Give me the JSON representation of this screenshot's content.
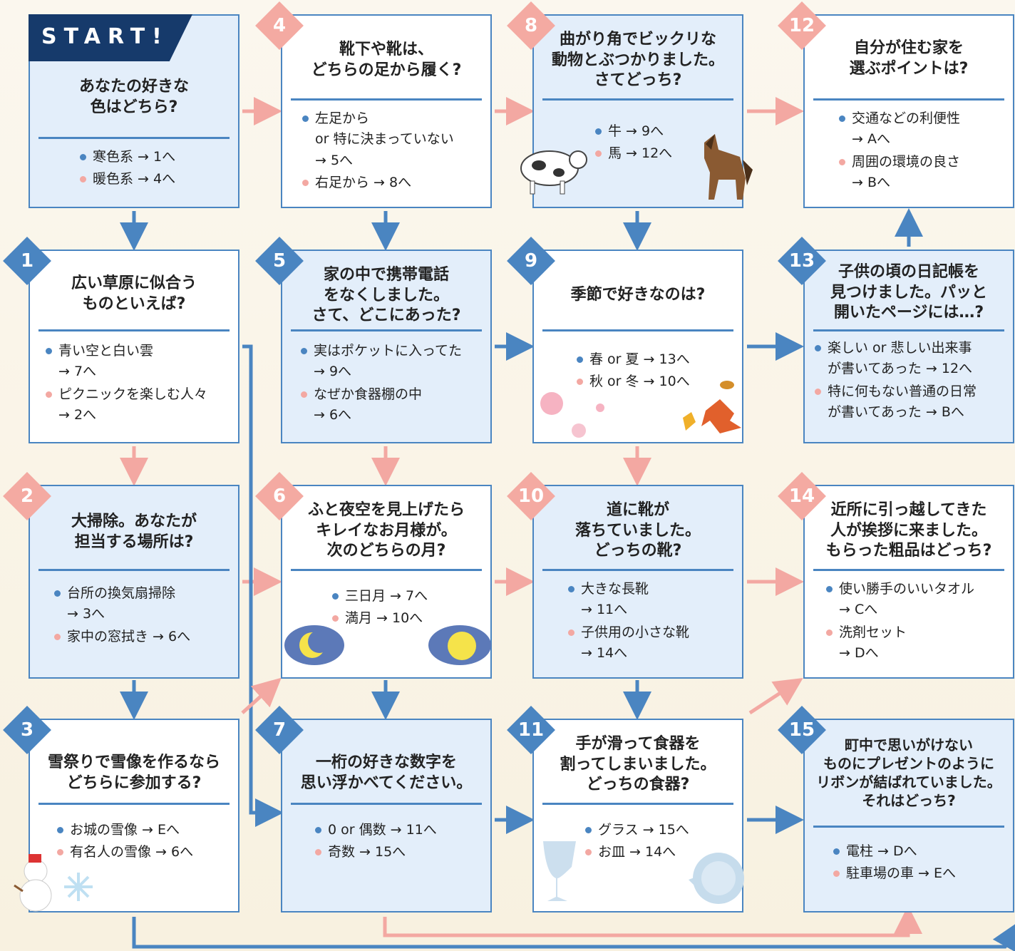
{
  "start_label": "START!",
  "colors": {
    "blue": "#4a85c1",
    "pink": "#f3a8a2",
    "card_blue": "#e3eefa",
    "banner": "#163a6b"
  },
  "nodes": [
    {
      "id": "start",
      "q": "あなたの好きな\n色はどちら?",
      "options": [
        {
          "text": "寒色系 → 1へ",
          "kind": "a"
        },
        {
          "text": "暖色系 → 4へ",
          "kind": "b"
        }
      ]
    },
    {
      "id": "n1",
      "num": "1",
      "q": "広い草原に似合う\nものといえば?",
      "options": [
        {
          "text": "青い空と白い雲\n→ 7へ",
          "kind": "a"
        },
        {
          "text": "ピクニックを楽しむ人々\n→ 2へ",
          "kind": "b"
        }
      ]
    },
    {
      "id": "n2",
      "num": "2",
      "q": "大掃除。あなたが\n担当する場所は?",
      "options": [
        {
          "text": "台所の換気扇掃除\n→ 3へ",
          "kind": "a"
        },
        {
          "text": "家中の窓拭き → 6へ",
          "kind": "b"
        }
      ]
    },
    {
      "id": "n3",
      "num": "3",
      "q": "雪祭りで雪像を作るなら\nどちらに参加する?",
      "options": [
        {
          "text": "お城の雪像 → Eへ",
          "kind": "a"
        },
        {
          "text": "有名人の雪像 → 6へ",
          "kind": "b"
        }
      ]
    },
    {
      "id": "n4",
      "num": "4",
      "q": "靴下や靴は、\nどちらの足から履く?",
      "options": [
        {
          "text": "左足から\nor 特に決まっていない\n→ 5へ",
          "kind": "a"
        },
        {
          "text": "右足から → 8へ",
          "kind": "b"
        }
      ]
    },
    {
      "id": "n5",
      "num": "5",
      "q": "家の中で携帯電話\nをなくしました。\nさて、どこにあった?",
      "options": [
        {
          "text": "実はポケットに入ってた\n→ 9へ",
          "kind": "a"
        },
        {
          "text": "なぜか食器棚の中\n→ 6へ",
          "kind": "b"
        }
      ]
    },
    {
      "id": "n6",
      "num": "6",
      "q": "ふと夜空を見上げたら\nキレイなお月様が。\n次のどちらの月?",
      "options": [
        {
          "text": "三日月 → 7へ",
          "kind": "a"
        },
        {
          "text": "満月 → 10へ",
          "kind": "b"
        }
      ]
    },
    {
      "id": "n7",
      "num": "7",
      "q": "一桁の好きな数字を\n思い浮かべてください。",
      "options": [
        {
          "text": "0 or 偶数 → 11へ",
          "kind": "a"
        },
        {
          "text": "奇数 → 15へ",
          "kind": "b"
        }
      ]
    },
    {
      "id": "n8",
      "num": "8",
      "q": "曲がり角でビックリな\n動物とぶつかりました。\nさてどっち?",
      "options": [
        {
          "text": "牛 → 9へ",
          "kind": "a"
        },
        {
          "text": "馬 → 12へ",
          "kind": "b"
        }
      ]
    },
    {
      "id": "n9",
      "num": "9",
      "q": "季節で好きなのは?",
      "options": [
        {
          "text": "春 or 夏 → 13へ",
          "kind": "a"
        },
        {
          "text": "秋 or 冬 → 10へ",
          "kind": "b"
        }
      ]
    },
    {
      "id": "n10",
      "num": "10",
      "q": "道に靴が\n落ちていました。\nどっちの靴?",
      "options": [
        {
          "text": "大きな長靴\n→ 11へ",
          "kind": "a"
        },
        {
          "text": "子供用の小さな靴\n→ 14へ",
          "kind": "b"
        }
      ]
    },
    {
      "id": "n11",
      "num": "11",
      "q": "手が滑って食器を\n割ってしまいました。\nどっちの食器?",
      "options": [
        {
          "text": "グラス → 15へ",
          "kind": "a"
        },
        {
          "text": "お皿 → 14へ",
          "kind": "b"
        }
      ]
    },
    {
      "id": "n12",
      "num": "12",
      "q": "自分が住む家を\n選ぶポイントは?",
      "options": [
        {
          "text": "交通などの利便性\n→ Aへ",
          "kind": "a"
        },
        {
          "text": "周囲の環境の良さ\n→ Bへ",
          "kind": "b"
        }
      ]
    },
    {
      "id": "n13",
      "num": "13",
      "q": "子供の頃の日記帳を\n見つけました。パッと\n開いたページには…?",
      "options": [
        {
          "text": "楽しい or 悲しい出来事\nが書いてあった → 12へ",
          "kind": "a"
        },
        {
          "text": "特に何もない普通の日常\nが書いてあった → Bへ",
          "kind": "b"
        }
      ]
    },
    {
      "id": "n14",
      "num": "14",
      "q": "近所に引っ越してきた\n人が挨拶に来ました。\nもらった粗品はどっち?",
      "options": [
        {
          "text": "使い勝手のいいタオル\n→ Cへ",
          "kind": "a"
        },
        {
          "text": "洗剤セット\n→ Dへ",
          "kind": "b"
        }
      ]
    },
    {
      "id": "n15",
      "num": "15",
      "q": "町中で思いがけない\nものにプレゼントのように\nリボンが結ばれていました。\nそれはどっち?",
      "options": [
        {
          "text": "電柱 → Dへ",
          "kind": "a"
        },
        {
          "text": "駐車場の車 → Eへ",
          "kind": "b"
        }
      ]
    }
  ]
}
